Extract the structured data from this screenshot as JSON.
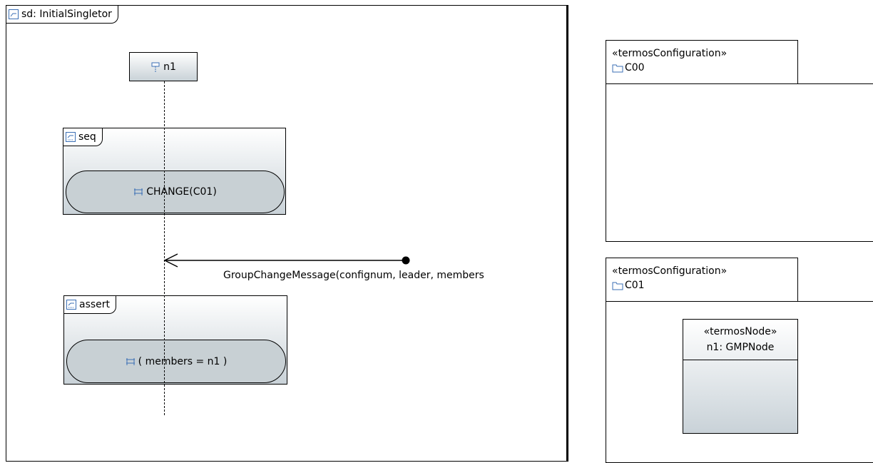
{
  "sequence_diagram": {
    "frame_label": "sd: InitialSingletor",
    "lifeline": {
      "label": "n1"
    },
    "fragments": [
      {
        "operator": "seq",
        "state_invariant": "CHANGE(C01)"
      },
      {
        "operator": "assert",
        "state_invariant": "( members = n1 )"
      }
    ],
    "found_message": "GroupChangeMessage(confignum, leader, members"
  },
  "configurations": [
    {
      "stereotype": "«termosConfiguration»",
      "name": "C00"
    },
    {
      "stereotype": "«termosConfiguration»",
      "name": "C01",
      "node": {
        "stereotype": "«termosNode»",
        "label": "n1: GMPNode"
      }
    }
  ],
  "colors": {
    "invariant_fill": "#c8d0d4",
    "icon_blue": "#3b6fb5",
    "gradient_bottom": "#c9d2d8"
  }
}
